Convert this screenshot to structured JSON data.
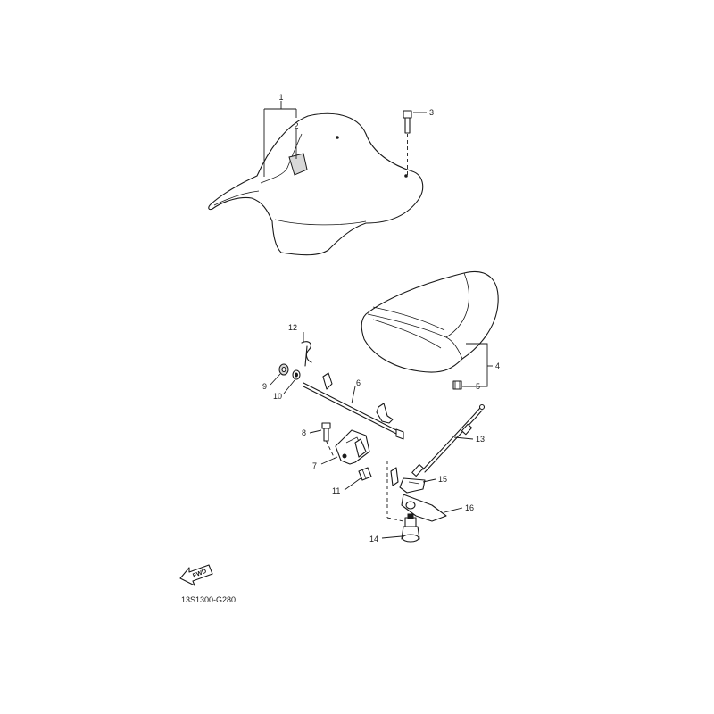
{
  "callouts": {
    "c1": "1",
    "c2": "2",
    "c3": "3",
    "c4": "4",
    "c5": "5",
    "c6": "6",
    "c7": "7",
    "c8": "8",
    "c9": "9",
    "c10": "10",
    "c11": "11",
    "c12": "12",
    "c13": "13",
    "c14": "14",
    "c15": "15",
    "c16": "16"
  },
  "fwd_label": "FWD",
  "drawing_code": "13S1300-G280"
}
